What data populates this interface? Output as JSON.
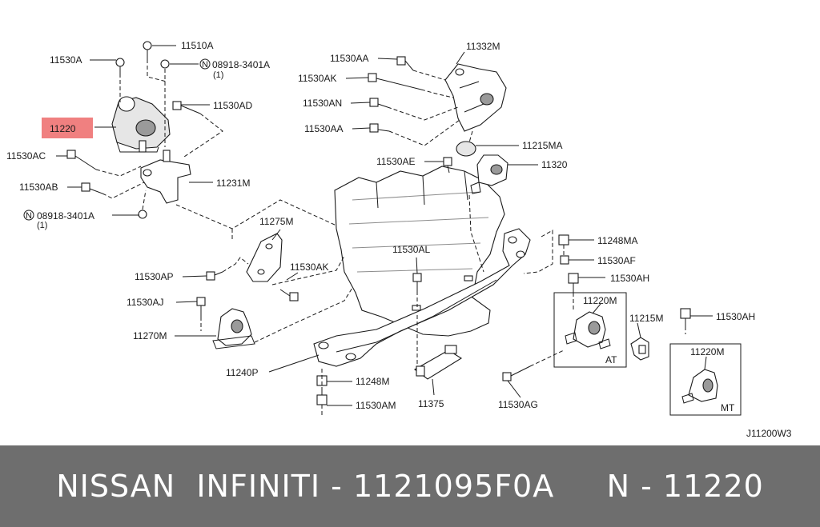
{
  "diagram": {
    "ref_code": "J11200W3",
    "highlight_color": "#f08080",
    "highlighted_part": "11220",
    "labels": {
      "p11510A": "11510A",
      "p11530A": "11530A",
      "p08918_top": "08918-3401A",
      "p08918_top_qty": "(1)",
      "p11530AD": "11530AD",
      "p11220": "11220",
      "p11530AC": "11530AC",
      "p11231M": "11231M",
      "p11530AB": "11530AB",
      "p08918_bot": "08918-3401A",
      "p08918_bot_qty": "(1)",
      "p11332M": "11332M",
      "p11530AA_1": "11530AA",
      "p11530AK_1": "11530AK",
      "p11530AN": "11530AN",
      "p11530AA_2": "11530AA",
      "p11215MA": "11215MA",
      "p11530AE": "11530AE",
      "p11320": "11320",
      "p11275M": "11275M",
      "p11530AK_2": "11530AK",
      "p11530AL": "11530AL",
      "p11530AP": "11530AP",
      "p11530AJ": "11530AJ",
      "p11270M": "11270M",
      "p11240P": "11240P",
      "p11248M": "11248M",
      "p11530AM": "11530AM",
      "p11375": "11375",
      "p11530AG": "11530AG",
      "p11248MA": "11248MA",
      "p11530AF": "11530AF",
      "p11530AH_1": "11530AH",
      "p11220M_at": "11220M",
      "p11215M": "11215M",
      "p11530AH_2": "11530AH",
      "p11220M_mt": "11220M",
      "at": "AT",
      "mt": "MT",
      "n_mark": "N"
    }
  },
  "footer": {
    "text": "NISSAN  INFINITI - 1121095F0A     N - 11220"
  }
}
